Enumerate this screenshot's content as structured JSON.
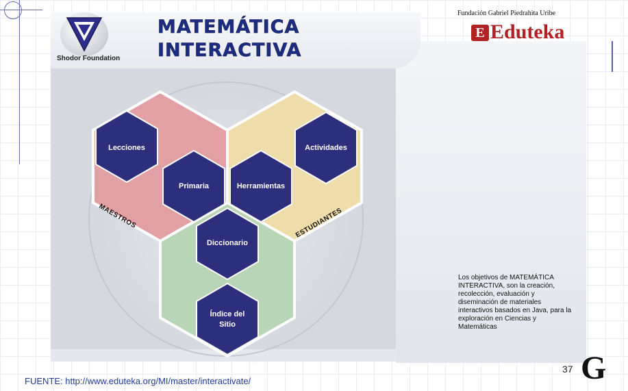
{
  "header": {
    "shodor_label": "Shodor Foundation",
    "title_line1": "MATEMÁTICA",
    "title_line2": "INTERACTIVA",
    "foundation_label": "Fundación Gabriel Piedrahita Uribe",
    "eduteka_icon_letter": "E",
    "eduteka_label": "Eduteka"
  },
  "hexagons": {
    "lecciones": "Lecciones",
    "primaria": "Primaria",
    "herramientas": "Herramientas",
    "actividades": "Actividades",
    "diccionario": "Diccionario",
    "indice_line1": "Índice del",
    "indice_line2": "Sitio"
  },
  "sections": {
    "maestros": "MAESTROS",
    "estudiantes": "ESTUDIANTES"
  },
  "description": "Los objetivos de MATEMÁTICA INTERACTIVA, son la creación, recolección, evaluación y diseminación de materiales interactivos basados en Java, para la exploración en Ciencias y Matemáticas",
  "page_number": "37",
  "gp_logo": "G",
  "source_text": "FUENTE:  http://www.eduteka.org/MI/master/interactivate/",
  "colors": {
    "hex_dark": "#2d2e7c",
    "maestros_pink": "#e2a0a4",
    "estudiantes_yellow": "#eedcab",
    "diccionario_green": "#b9d5b8",
    "title_blue": "#1c2c80",
    "eduteka_red": "#b22222"
  }
}
